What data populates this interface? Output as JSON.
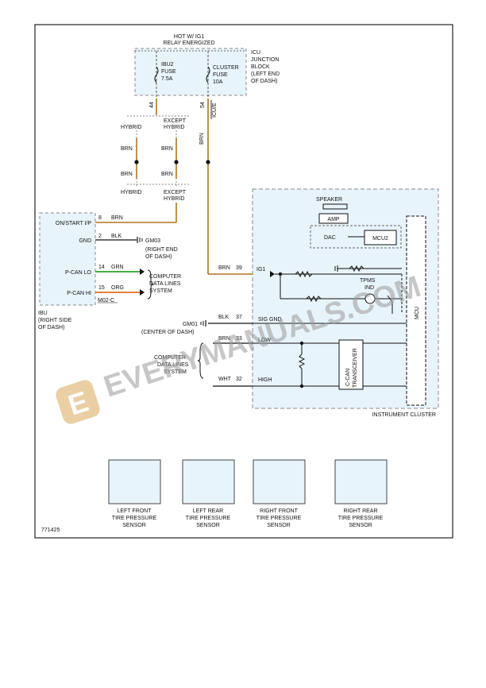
{
  "header": {
    "line1": "HOT W/ IG1",
    "line2": "RELAY ENERGIZED"
  },
  "junction": {
    "l1": "ICU",
    "l2": "JUNCTION",
    "l3": "BLOCK",
    "l4": "(LEFT END",
    "l5": "OF DASH)"
  },
  "fuses": [
    {
      "l1": "IBU2",
      "l2": "FUSE",
      "l3": "7.5A",
      "pin": "44"
    },
    {
      "l1": "CLUSTER",
      "l2": "FUSE",
      "l3": "10A",
      "pin": "54"
    }
  ],
  "connector_icu": "ICU/E",
  "hybrid": {
    "top_left": "HYBRID",
    "top_right_1": "EXCEPT",
    "top_right_2": "HYBRID",
    "bot_left": "HYBRID",
    "bot_right_1": "EXCEPT",
    "bot_right_2": "HYBRID",
    "wire": "BRN"
  },
  "ibu": {
    "l1": "IBU",
    "l2": "(RIGHT SIDE",
    "l3": "OF DASH)",
    "pins": [
      {
        "name": "ON/START I/P",
        "num": "8",
        "color": "BRN"
      },
      {
        "name": "GND",
        "num": "2",
        "color": "BLK"
      },
      {
        "name": "P-CAN LO",
        "num": "14",
        "color": "GRN"
      },
      {
        "name": "P-CAN HI",
        "num": "15",
        "color": "ORG"
      }
    ],
    "connector": "M02-C"
  },
  "gm03": {
    "l1": "GM03",
    "l2": "(RIGHT END",
    "l3": "OF DASH)"
  },
  "gm01": {
    "l1": "GM01",
    "l2": "(CENTER OF DASH)"
  },
  "cdls_top": {
    "l1": "COMPUTER",
    "l2": "DATA LINES",
    "l3": "SYSTEM"
  },
  "cdls_bot": {
    "l1": "COMPUTER",
    "l2": "DATA LINES",
    "l3": "SYSTEM"
  },
  "cluster": {
    "title": "INSTRUMENT CLUSTER",
    "speaker": "SPEAKER",
    "amp": "AMP",
    "dac": "DAC",
    "mcu2": "MCU2",
    "mcu": "MCU",
    "tpms1": "TPMS",
    "tpms2": "IND",
    "transceiver": "C-CAN TRANSCEIVER",
    "pins": [
      {
        "color": "BRN",
        "num": "39",
        "name": "IG1"
      },
      {
        "color": "BLK",
        "num": "37",
        "name": "SIG GND"
      },
      {
        "color": "BRN",
        "num": "33",
        "name": "LOW"
      },
      {
        "color": "WHT",
        "num": "32",
        "name": "HIGH"
      }
    ]
  },
  "sensors": [
    {
      "l1": "LEFT FRONT",
      "l2": "TIRE PRESSURE",
      "l3": "SENSOR"
    },
    {
      "l1": "LEFT REAR",
      "l2": "TIRE PRESSURE",
      "l3": "SENSOR"
    },
    {
      "l1": "RIGHT FRONT",
      "l2": "TIRE PRESSURE",
      "l3": "SENSOR"
    },
    {
      "l1": "RIGHT REAR",
      "l2": "TIRE PRESSURE",
      "l3": "SENSOR"
    }
  ],
  "figure_id": "771425",
  "watermark": "EVERYMANUALS.COM",
  "watermark_logo": "E",
  "colors": {
    "wire_brn": "#b0741f",
    "wire_grn": "#2ea02e",
    "wire_org": "#e07020",
    "box_fill": "#e8f4fb",
    "dash": "#888888"
  }
}
